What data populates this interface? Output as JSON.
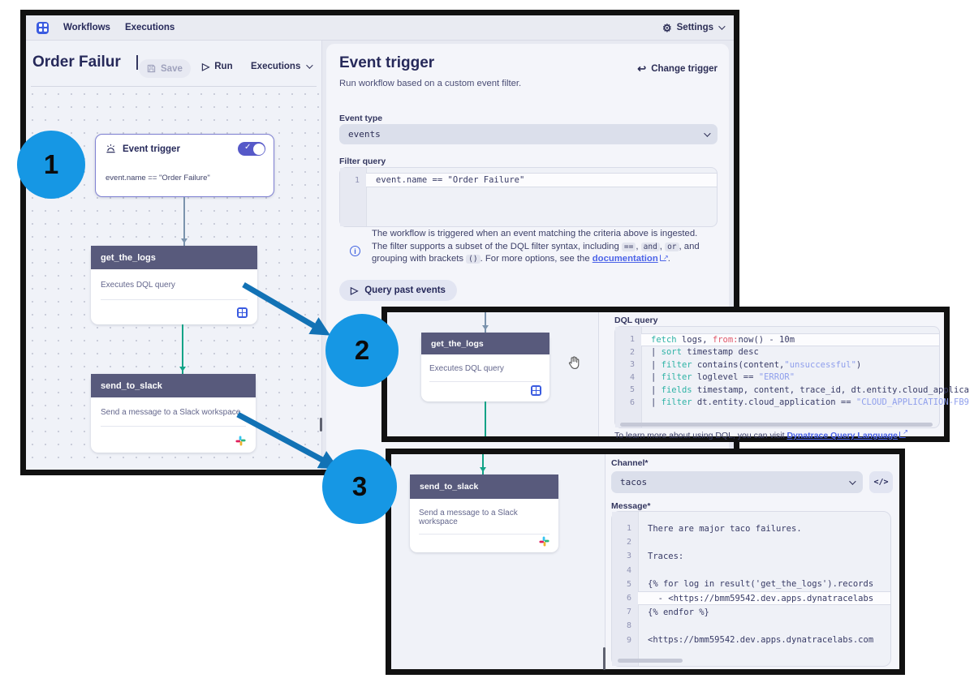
{
  "colors": {
    "annotation_circle": "#1697e4",
    "annotation_arrow": "#1272b5",
    "node_header": "#585a7c",
    "accent_blue": "#3a5be0",
    "edge_green": "#12a387",
    "edge_slate": "#7b93ad",
    "keyword_teal": "#2fb3a6",
    "param_red": "#e0596b",
    "string_blue": "#8f9fec"
  },
  "icons": {
    "settings_gear": "⚙",
    "run_play": "▷",
    "query_play": "▷",
    "change_return": "↩",
    "toggle_check": "✓",
    "info": "i"
  },
  "navbar": {
    "workflows": "Workflows",
    "executions": "Executions",
    "settings": "Settings"
  },
  "toolbar": {
    "title": "Order Failur",
    "save": "Save",
    "run": "Run",
    "executions": "Executions"
  },
  "nodes": {
    "event_trigger": {
      "title": "Event trigger",
      "condition": "event.name == \"Order Failure\""
    },
    "get_the_logs": {
      "title": "get_the_logs",
      "subtitle": "Executes DQL query"
    },
    "send_to_slack": {
      "title": "send_to_slack",
      "subtitle": "Send a message to a Slack workspace"
    }
  },
  "trigger_panel": {
    "title": "Event trigger",
    "change_trigger": "Change trigger",
    "subtitle": "Run workflow based on a custom event filter.",
    "event_type_label": "Event type",
    "event_type_value": "events",
    "filter_label": "Filter query",
    "filter_editor": {
      "lines": [
        {
          "n": "1",
          "active": true,
          "tokens": [
            [
              "d",
              "event.name == \"Order Failure\""
            ]
          ]
        }
      ]
    },
    "info_segments": [
      {
        "t": "The workflow is triggered when an event matching the criteria above is ingested. The filter supports a subset of the DQL filter syntax, including "
      },
      {
        "c": "=="
      },
      {
        "t": ", "
      },
      {
        "c": "and"
      },
      {
        "t": ", "
      },
      {
        "c": "or"
      },
      {
        "t": ", and grouping with brackets "
      },
      {
        "c": "()"
      },
      {
        "t": ". For more options, see the "
      },
      {
        "l": "documentation"
      },
      {
        "x": ""
      },
      {
        "t": "."
      }
    ],
    "query_past_events": "Query past events"
  },
  "dql_panel": {
    "label": "DQL query",
    "editor": {
      "lines": [
        {
          "n": "1",
          "active": true,
          "tokens": [
            [
              "k",
              "fetch"
            ],
            [
              "d",
              " logs, "
            ],
            [
              "p",
              "from:"
            ],
            [
              "d",
              "now() - 10m"
            ]
          ]
        },
        {
          "n": "2",
          "tokens": [
            [
              "d",
              "| "
            ],
            [
              "k",
              "sort"
            ],
            [
              "d",
              " timestamp desc"
            ]
          ]
        },
        {
          "n": "3",
          "tokens": [
            [
              "d",
              "| "
            ],
            [
              "k",
              "filter"
            ],
            [
              "d",
              " contains(content,"
            ],
            [
              "s",
              "\"unsuccessful\""
            ],
            [
              "d",
              ")"
            ]
          ]
        },
        {
          "n": "4",
          "tokens": [
            [
              "d",
              "| "
            ],
            [
              "k",
              "filter"
            ],
            [
              "d",
              " loglevel == "
            ],
            [
              "s",
              "\"ERROR\""
            ]
          ]
        },
        {
          "n": "5",
          "tokens": [
            [
              "d",
              "| "
            ],
            [
              "k",
              "fields"
            ],
            [
              "d",
              " timestamp, content, trace_id, dt.entity.cloud_applica"
            ]
          ]
        },
        {
          "n": "6",
          "tokens": [
            [
              "d",
              "| "
            ],
            [
              "k",
              "filter"
            ],
            [
              "d",
              " dt.entity.cloud_application == "
            ],
            [
              "s",
              "\"CLOUD_APPLICATION-FB9"
            ]
          ]
        }
      ]
    },
    "footer_segments": [
      {
        "t": "To learn more about using DQL, you can visit "
      },
      {
        "l": "Dynatrace Query Language"
      },
      {
        "x": ""
      }
    ]
  },
  "slack_panel": {
    "channel_label": "Channel*",
    "channel_value": "tacos",
    "code_button": "</>",
    "message_label": "Message*",
    "editor": {
      "lines": [
        {
          "n": "1",
          "tokens": [
            [
              "d",
              "There are major taco failures."
            ]
          ]
        },
        {
          "n": "2",
          "tokens": [
            [
              "d",
              ""
            ]
          ]
        },
        {
          "n": "3",
          "tokens": [
            [
              "d",
              "Traces:"
            ]
          ]
        },
        {
          "n": "4",
          "tokens": [
            [
              "d",
              ""
            ]
          ]
        },
        {
          "n": "5",
          "tokens": [
            [
              "d",
              "{% for log in result('get_the_logs').records"
            ]
          ]
        },
        {
          "n": "6",
          "active": true,
          "tokens": [
            [
              "d",
              "  - <https://bmm59542.dev.apps.dynatracelabs"
            ]
          ]
        },
        {
          "n": "7",
          "tokens": [
            [
              "d",
              "{% endfor %}"
            ]
          ]
        },
        {
          "n": "8",
          "tokens": [
            [
              "d",
              ""
            ]
          ]
        },
        {
          "n": "9",
          "tokens": [
            [
              "d",
              "<https://bmm59542.dev.apps.dynatracelabs.com"
            ]
          ]
        }
      ]
    }
  },
  "annotations": {
    "one": "1",
    "two": "2",
    "three": "3"
  }
}
